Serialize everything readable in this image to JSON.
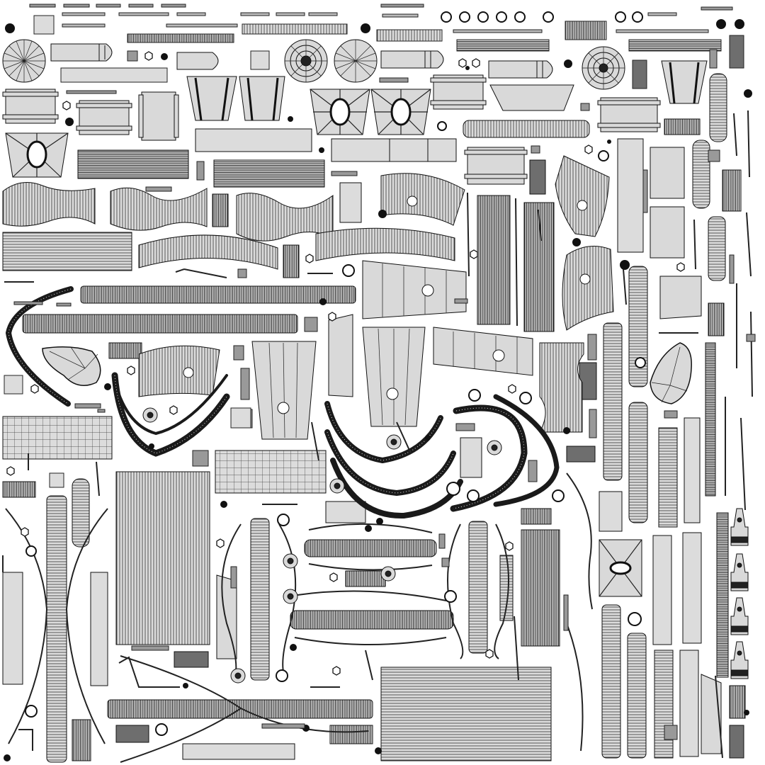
{
  "sheet": {
    "kind": "uv-layout-wireframe",
    "colors": {
      "background": "#ffffff",
      "island_fill": "#d9d9d9",
      "dense_fill": "#6e6e6e",
      "stroke": "#1a1a1a",
      "ink": "#111111"
    },
    "island_kinds": [
      "hub-disc",
      "capsule",
      "clamp-block",
      "tapered-panel",
      "star-frame",
      "grid-panel",
      "wave-strip",
      "arc-strip",
      "u-bend-strip",
      "teardrop-hub",
      "long-rail",
      "spindle-bar",
      "cone-cap",
      "hex-nut",
      "dot",
      "small-ring"
    ]
  }
}
